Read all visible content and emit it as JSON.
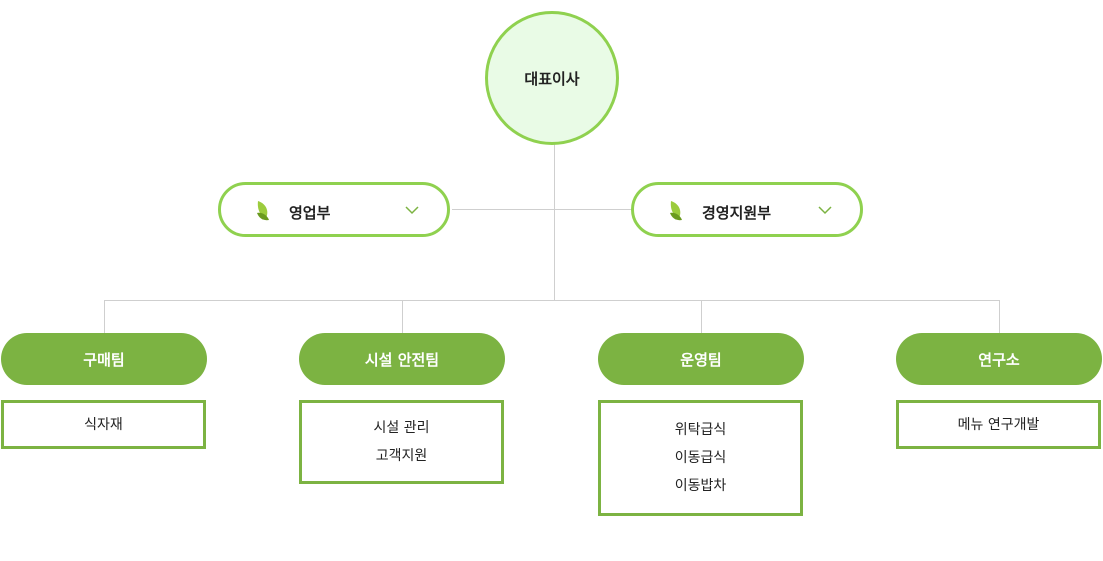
{
  "ceo": {
    "label": "대표이사"
  },
  "departments": [
    {
      "label": "영업부",
      "icon": "leaf-icon",
      "expand_icon": "chevron-down-icon"
    },
    {
      "label": "경영지원부",
      "icon": "leaf-icon",
      "expand_icon": "chevron-down-icon"
    }
  ],
  "teams": [
    {
      "label": "구매팀",
      "duties": [
        "식자재"
      ]
    },
    {
      "label": "시설 안전팀",
      "duties": [
        "시설 관리",
        "고객지원"
      ]
    },
    {
      "label": "운영팀",
      "duties": [
        "위탁급식",
        "이동급식",
        "이동밥차"
      ]
    },
    {
      "label": "연구소",
      "duties": [
        "메뉴 연구개발"
      ]
    }
  ],
  "colors": {
    "ceo_border": "#8fd14f",
    "ceo_fill": "#e9fbe6",
    "team_fill": "#7cb342",
    "connector": "#cfcfcf"
  }
}
